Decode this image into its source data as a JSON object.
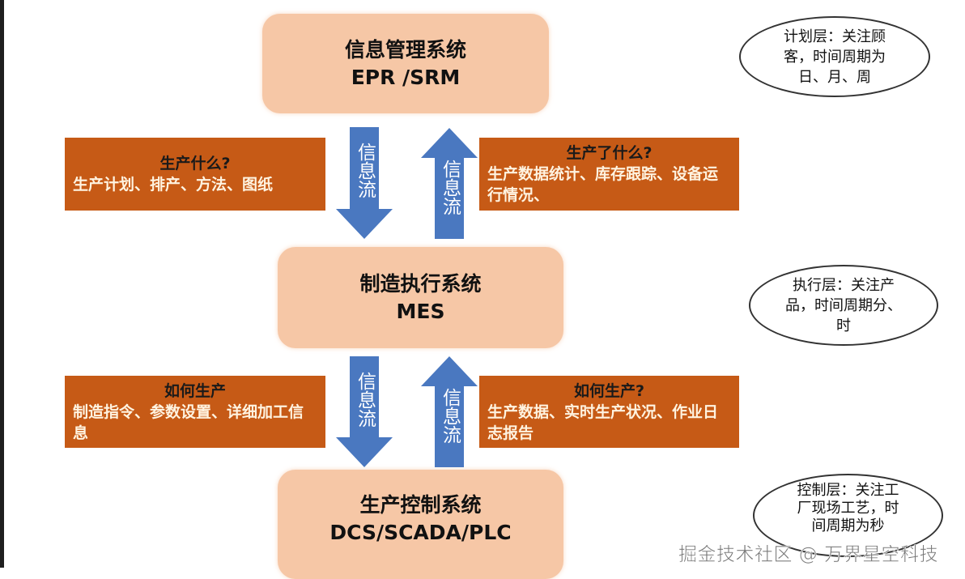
{
  "systems": [
    {
      "title": "信息管理系统",
      "subtitle": "EPR /SRM"
    },
    {
      "title": "制造执行系统",
      "subtitle": "MES"
    },
    {
      "title": "生产控制系统",
      "subtitle": "DCS/SCADA/PLC"
    }
  ],
  "flow_label": "信息流",
  "boxes": [
    {
      "question": "生产什么?",
      "detail": "生产计划、排产、方法、图纸"
    },
    {
      "question": "生产了什么?",
      "detail": "生产数据统计、库存跟踪、设备运行情况、"
    },
    {
      "question": "如何生产",
      "detail": "制造指令、参数设置、详细加工信息"
    },
    {
      "question": "如何生产?",
      "detail": "生产数据、实时生产状况、作业日志报告"
    }
  ],
  "annotations": [
    {
      "lines": [
        "计划层：关注顾",
        "客，时间周期为",
        "日、月、周"
      ]
    },
    {
      "lines": [
        "执行层：关注产",
        "品，时间周期分、",
        "时"
      ]
    },
    {
      "lines": [
        "控制层：关注工",
        "厂现场工艺，时",
        "间周期为秒"
      ]
    }
  ],
  "watermark": "掘金技术社区 @ 万界星空科技",
  "colors": {
    "system_box": "#f6c7a6",
    "orange_box": "#c65a16",
    "arrow": "#4a78c0"
  }
}
